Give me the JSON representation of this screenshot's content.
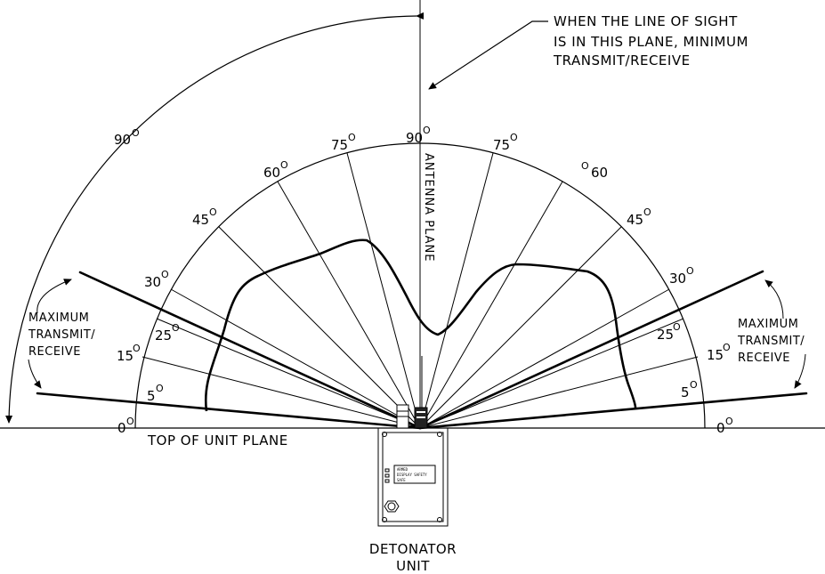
{
  "annotations": {
    "top_note": [
      "WHEN THE LINE OF SIGHT",
      "IS IN THIS PLANE, MINIMUM",
      "TRANSMIT/RECEIVE"
    ],
    "max_left": [
      "MAXIMUM",
      "TRANSMIT/",
      "RECEIVE"
    ],
    "max_right": [
      "MAXIMUM",
      "TRANSMIT/",
      "RECEIVE"
    ],
    "antenna_plane": "ANTENNA PLANE",
    "top_of_unit_plane": "TOP OF UNIT PLANE",
    "detonator": [
      "DETONATOR",
      "UNIT"
    ],
    "outer_arc_label": "90",
    "degree_symbol": "O"
  },
  "angle_labels": {
    "left": [
      "0",
      "5",
      "15",
      "25",
      "30",
      "45",
      "60",
      "75",
      "90"
    ],
    "right": [
      "0",
      "5",
      "15",
      "25",
      "30",
      "45",
      "60",
      "75"
    ]
  },
  "device_panel_text": [
    "ARMED",
    "DISPLAY SAFETY",
    "SAFE"
  ]
}
